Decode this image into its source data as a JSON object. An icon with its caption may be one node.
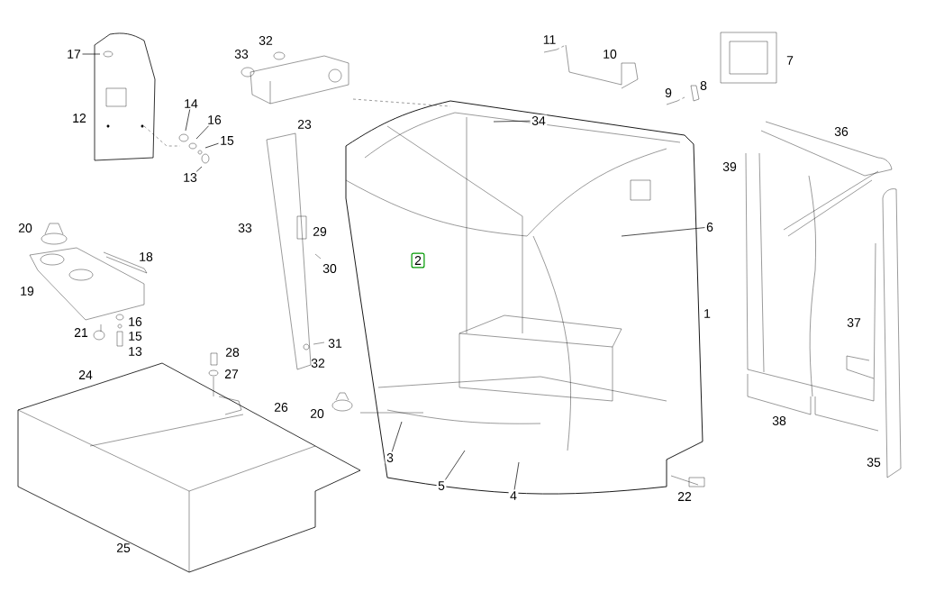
{
  "diagram": {
    "nodes": [
      {
        "text": [
          "2"
        ]
      },
      {
        "text": [
          "17"
        ]
      },
      {
        "text": [
          "14"
        ]
      },
      {
        "text": [
          "16"
        ]
      },
      {
        "text": [
          "15"
        ]
      },
      {
        "text": [
          "13"
        ]
      },
      {
        "text": [
          "34"
        ]
      },
      {
        "text": [
          "6"
        ]
      },
      {
        "text": [
          "3"
        ]
      },
      {
        "text": [
          "5"
        ]
      },
      {
        "text": [
          "4"
        ]
      }
    ],
    "edges": [
      {
        "from": 1,
        "to": null,
        "arrow": "none"
      },
      {
        "from": 2,
        "to": null,
        "arrow": "none"
      },
      {
        "from": 3,
        "to": null,
        "arrow": "none"
      },
      {
        "from": 4,
        "to": null,
        "arrow": "none"
      },
      {
        "from": 5,
        "to": null,
        "arrow": "none"
      },
      {
        "from": 6,
        "to": null,
        "arrow": "none"
      },
      {
        "from": 7,
        "to": null,
        "arrow": "none"
      },
      {
        "from": 8,
        "to": null,
        "arrow": "none"
      },
      {
        "from": 9,
        "to": null,
        "arrow": "none"
      },
      {
        "from": 10,
        "to": null,
        "arrow": "none"
      }
    ],
    "labels": [
      "33",
      "32",
      "11",
      "10",
      "7",
      "9",
      "8",
      "12",
      "23",
      "36",
      "39",
      "20",
      "33",
      "29",
      "18",
      "30",
      "19",
      "21",
      "16",
      "15",
      "1",
      "37",
      "13",
      "28",
      "31",
      "32",
      "24",
      "27",
      "26",
      "20",
      "38",
      "35",
      "22",
      "25"
    ]
  }
}
